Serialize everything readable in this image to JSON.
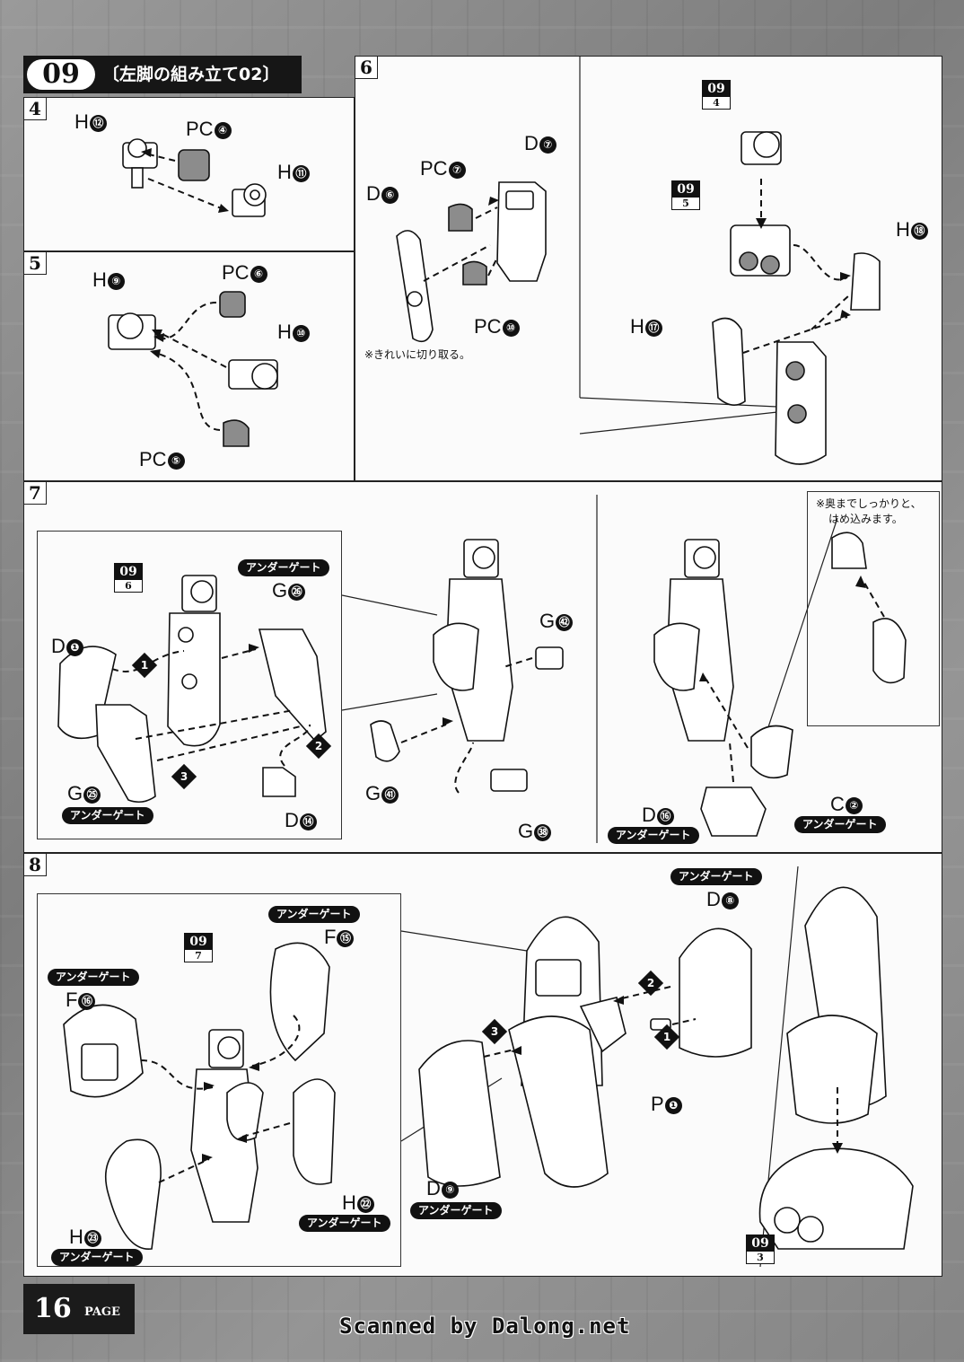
{
  "header": {
    "step": "09",
    "title": "〔左脚の組み立て02〕"
  },
  "gate_label": "アンダーゲート",
  "steps": {
    "s4": {
      "num": "4",
      "parts": {
        "h12": "H",
        "h12n": "⑫",
        "pc4": "PC",
        "pc4n": "④",
        "h11": "H",
        "h11n": "⑪"
      }
    },
    "s5": {
      "num": "5",
      "parts": {
        "h9": "H",
        "h9n": "⑨",
        "pc6": "PC",
        "pc6n": "⑥",
        "h10": "H",
        "h10n": "⑩",
        "pc5": "PC",
        "pc5n": "⑤"
      }
    },
    "s6": {
      "num": "6",
      "parts": {
        "d7": "D",
        "d7n": "⑦",
        "pc7": "PC",
        "pc7n": "⑦",
        "d6": "D",
        "d6n": "⑥",
        "pc10": "PC",
        "pc10n": "⑩",
        "h18": "H",
        "h18n": "⑱",
        "h17": "H",
        "h17n": "⑰"
      },
      "note": "※きれいに切り取る。",
      "ref_a": {
        "top": "09",
        "bottom": "4"
      },
      "ref_b": {
        "top": "09",
        "bottom": "5"
      }
    },
    "s7": {
      "num": "7",
      "ref": {
        "top": "09",
        "bottom": "6"
      },
      "parts": {
        "g26": "G",
        "g26n": "㉖",
        "d1": "D",
        "d1n": "❶",
        "g25": "G",
        "g25n": "㉕",
        "d14": "D",
        "d14n": "⑭",
        "g42": "G",
        "g42n": "㊷",
        "g41": "G",
        "g41n": "㊶",
        "g38": "G",
        "g38n": "㊳",
        "d16": "D",
        "d16n": "⑯",
        "c2": "C",
        "c2n": "②"
      },
      "orders": [
        "1",
        "2",
        "3"
      ],
      "note_line1": "※奥までしっかりと、",
      "note_line2": "はめ込みます。"
    },
    "s8": {
      "num": "8",
      "ref_a": {
        "top": "09",
        "bottom": "7"
      },
      "ref_b": {
        "top": "09",
        "bottom": "3"
      },
      "parts": {
        "f15": "F",
        "f15n": "⑮",
        "f16": "F",
        "f16n": "⑯",
        "h22": "H",
        "h22n": "㉒",
        "h23": "H",
        "h23n": "㉓",
        "d8": "D",
        "d8n": "⑧",
        "d9": "D",
        "d9n": "⑨",
        "p1": "P",
        "p1n": "❶"
      },
      "orders": [
        "1",
        "2",
        "3"
      ]
    }
  },
  "footer": {
    "page_num": "16",
    "page_label": "PAGE",
    "scan_credit": "Scanned by Dalong.net"
  }
}
